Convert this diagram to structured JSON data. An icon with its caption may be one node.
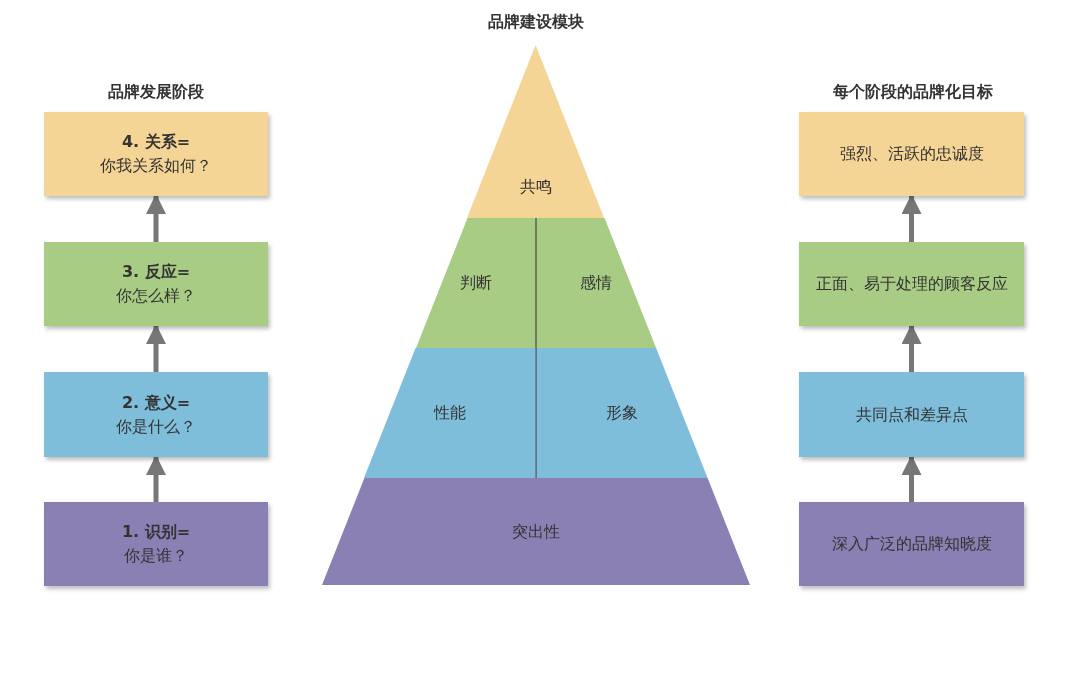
{
  "diagram": {
    "nodes": [
      {
        "text": [
          "4. 关系=",
          "你我关系如何？"
        ]
      },
      {
        "text": [
          "3. 反应=",
          "你怎么样？"
        ]
      },
      {
        "text": [
          "2. 意义=",
          "你是什么？"
        ]
      },
      {
        "text": [
          "1. 识别=",
          "你是谁？"
        ]
      },
      {
        "text": [
          "共鸣"
        ]
      },
      {
        "text": [
          "判断"
        ]
      },
      {
        "text": [
          "感情"
        ]
      },
      {
        "text": [
          "性能"
        ]
      },
      {
        "text": [
          "形象"
        ]
      },
      {
        "text": [
          "突出性"
        ]
      },
      {
        "text": [
          "强烈、活跃的忠诚度"
        ]
      },
      {
        "text": [
          "正面、易于处理的顾客反应"
        ]
      },
      {
        "text": [
          "共同点和差异点"
        ]
      },
      {
        "text": [
          "深入广泛的品牌知晓度"
        ]
      }
    ],
    "edges": [
      {
        "from": 3,
        "to": 2,
        "arrow": "to"
      },
      {
        "from": 2,
        "to": 1,
        "arrow": "to"
      },
      {
        "from": 1,
        "to": 0,
        "arrow": "to"
      },
      {
        "from": 13,
        "to": 12,
        "arrow": "to"
      },
      {
        "from": 12,
        "to": 11,
        "arrow": "to"
      },
      {
        "from": 11,
        "to": 10,
        "arrow": "to"
      }
    ],
    "labels": [
      "品牌发展阶段",
      "品牌建设模块",
      "每个阶段的品牌化目标"
    ]
  }
}
